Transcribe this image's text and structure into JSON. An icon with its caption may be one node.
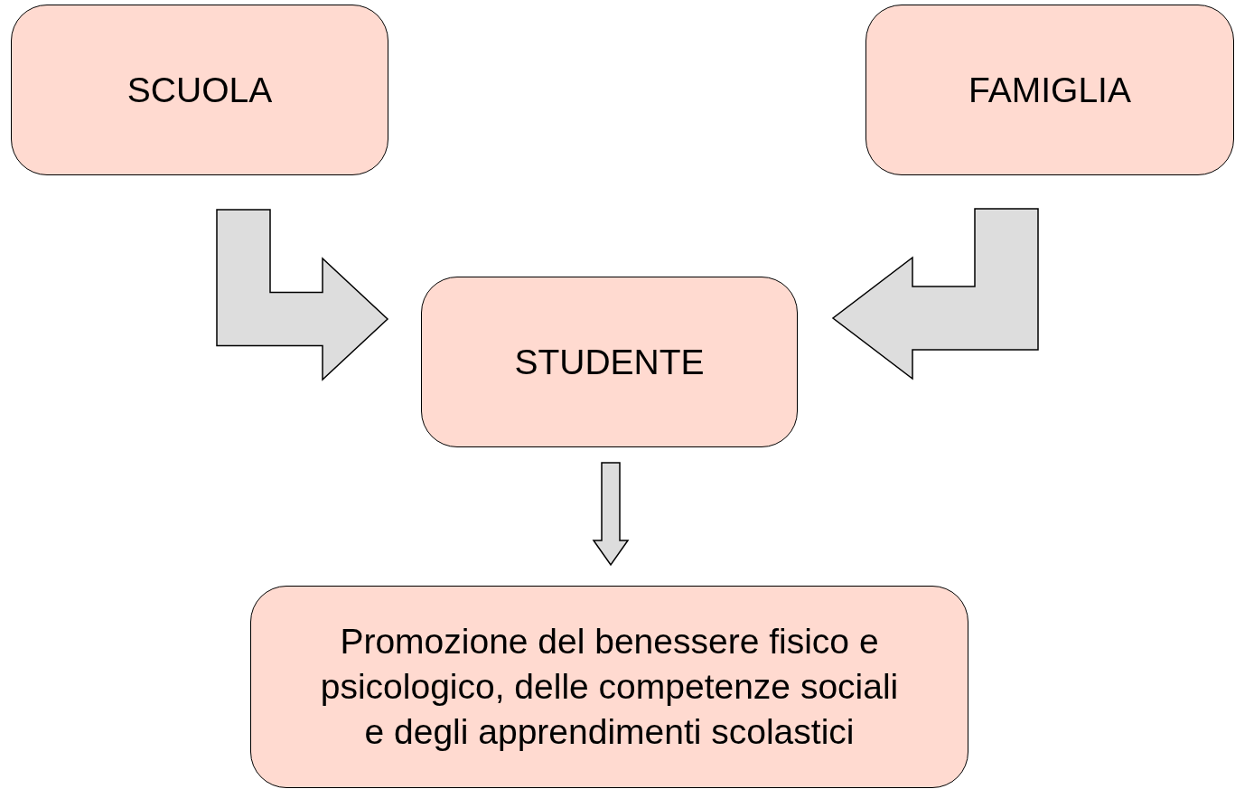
{
  "diagram": {
    "nodes": [
      {
        "text": [
          "SCUOLA"
        ]
      },
      {
        "text": [
          "FAMIGLIA"
        ]
      },
      {
        "text": [
          "STUDENTE"
        ]
      },
      {
        "text": [
          "Promozione del benessere fisico e psicologico, delle competenze sociali e degli apprendimenti scolastici"
        ]
      }
    ],
    "edges": [
      {
        "from": 0,
        "to": 2,
        "arrow": "to"
      },
      {
        "from": 1,
        "to": 2,
        "arrow": "to"
      },
      {
        "from": 2,
        "to": 3,
        "arrow": "to"
      }
    ]
  }
}
